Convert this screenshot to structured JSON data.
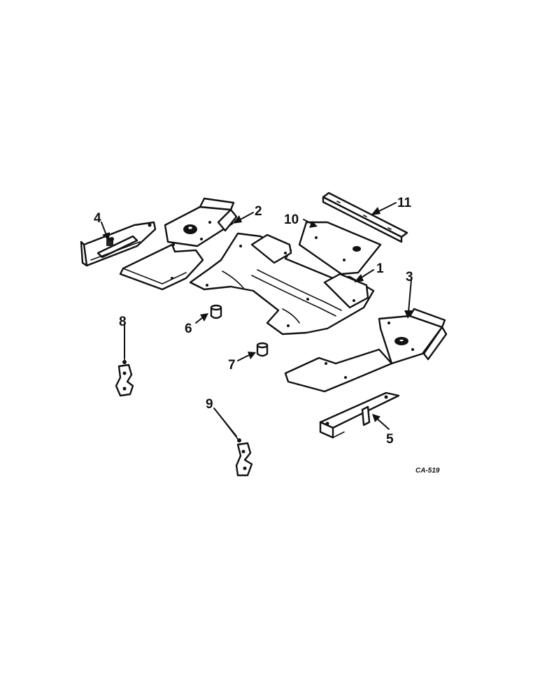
{
  "callouts": {
    "c1": "1",
    "c2": "2",
    "c3": "3",
    "c4": "4",
    "c5": "5",
    "c6": "6",
    "c7": "7",
    "c8": "8",
    "c9": "9",
    "c10": "10",
    "c11": "11"
  },
  "figure_ref": "CA-519",
  "colors": {
    "ink": "#111111",
    "paper": "#ffffff"
  }
}
